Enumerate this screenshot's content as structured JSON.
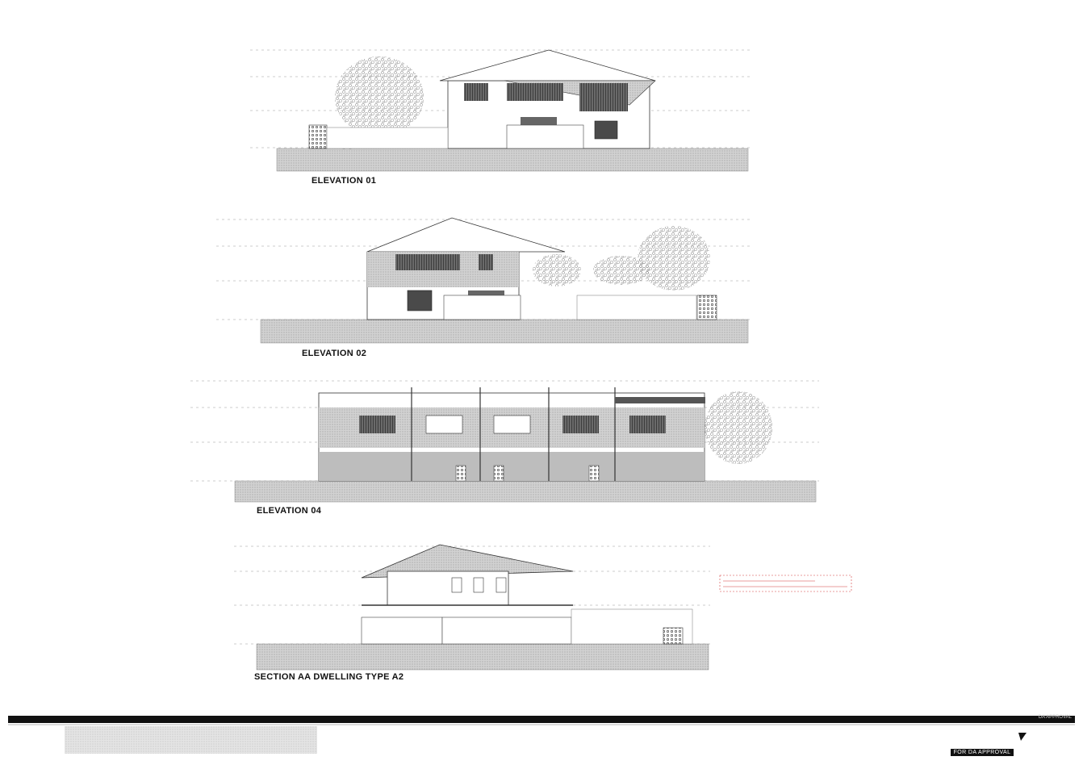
{
  "sheet": {
    "labels": {
      "elevation_01": "ELEVATION 01",
      "elevation_02": "ELEVATION 02",
      "elevation_04": "ELEVATION 04",
      "section_aa": "SECTION AA DWELLING TYPE A2"
    },
    "title_block": {
      "strip_label": "DA APPROVAL",
      "status_stamp": "FOR DA APPROVAL"
    }
  },
  "colors": {
    "ink": "#111111",
    "ground_fill": "#c9c9c9",
    "note_red": "#d23a3a",
    "glazing": "#5a5a5a"
  }
}
